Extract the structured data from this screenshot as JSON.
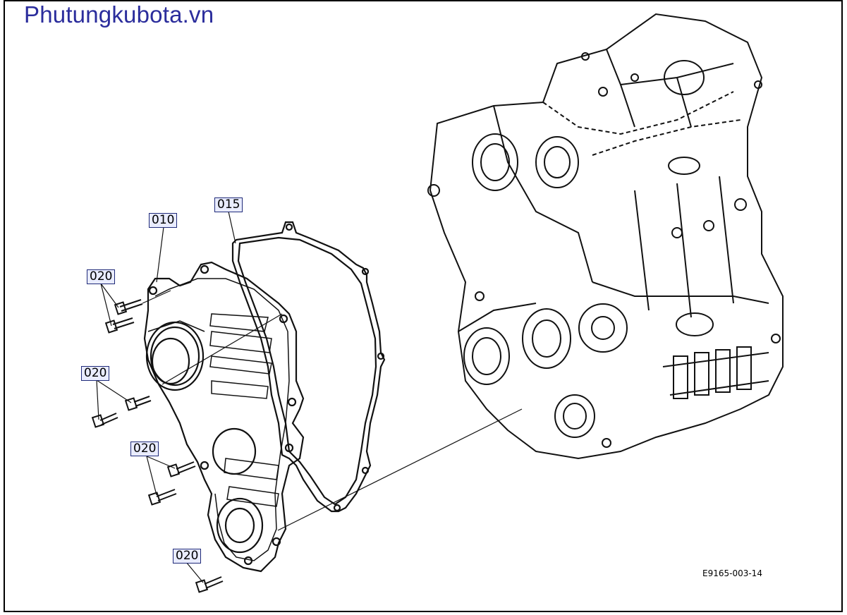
{
  "header": {
    "site_title": "Phutungkubota.vn"
  },
  "callouts": {
    "gasket": "015",
    "gear_case": "010",
    "bolt_a": "020",
    "bolt_b": "020",
    "bolt_c": "020",
    "bolt_d": "020"
  },
  "diagram": {
    "ref_code": "E9165-003-14"
  }
}
